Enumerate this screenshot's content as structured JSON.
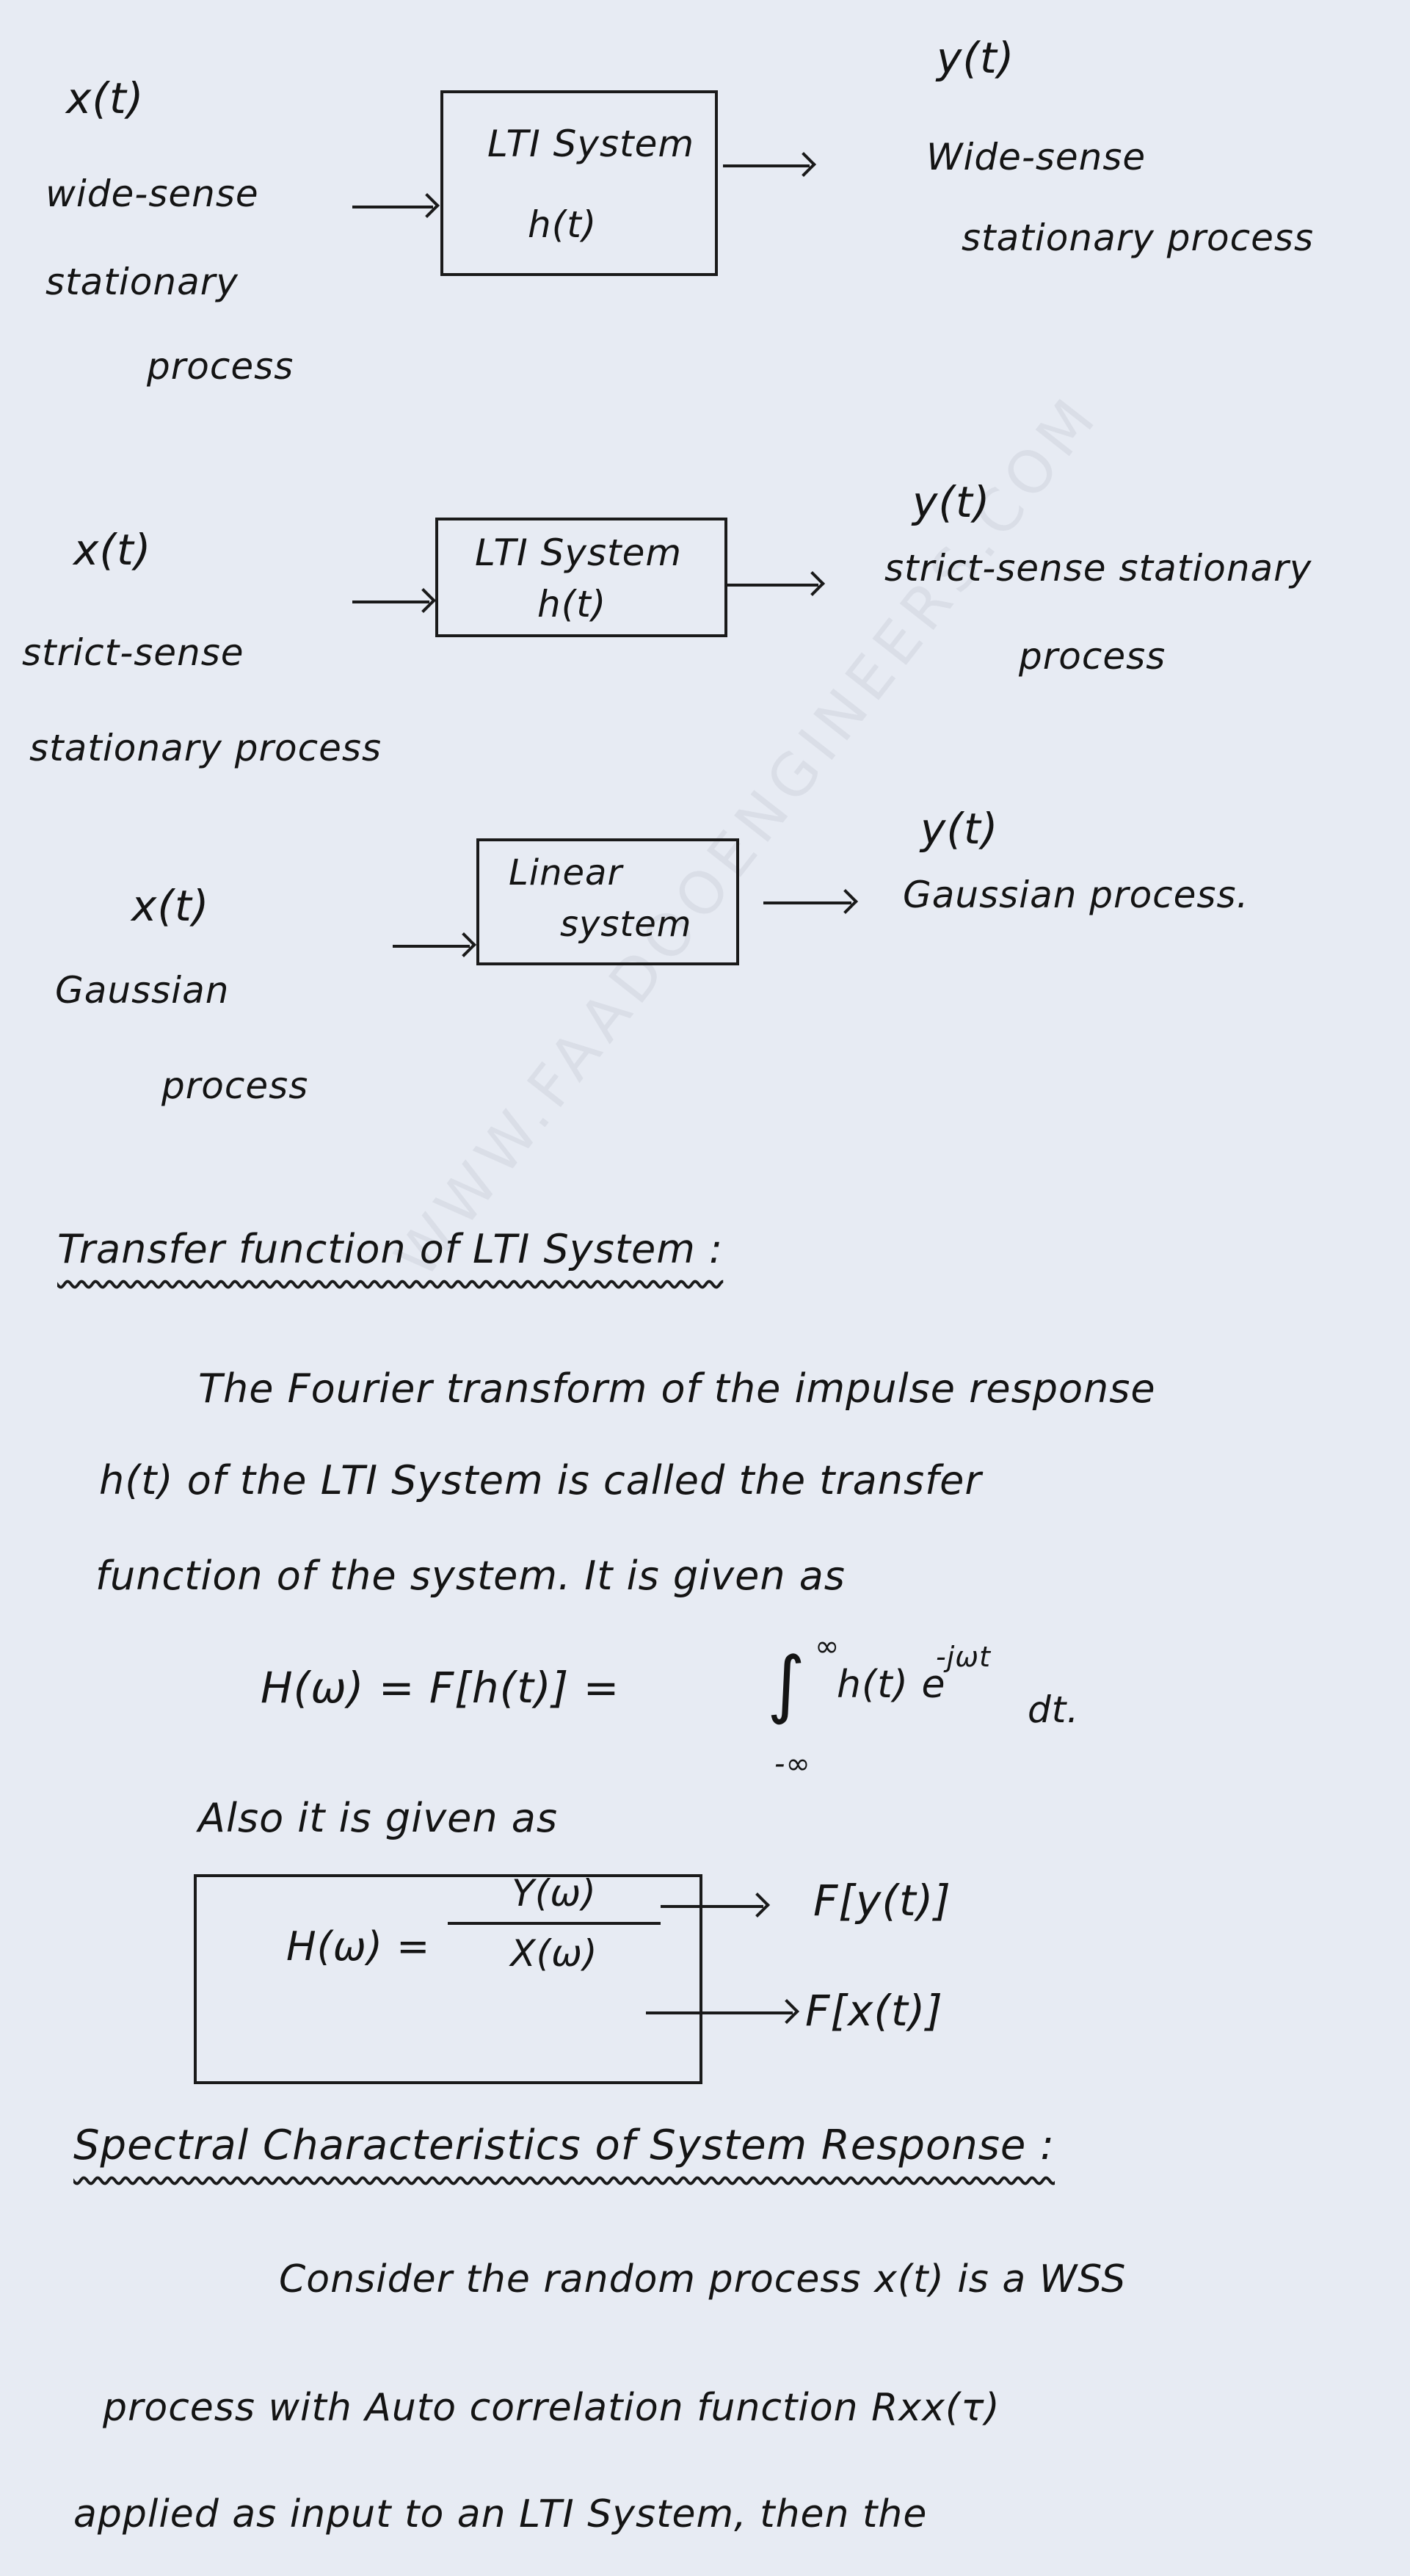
{
  "diagram1": {
    "input_label": "x(t)",
    "input_desc": [
      "wide-sense",
      "stationary",
      "process"
    ],
    "box_line1": "LTI System",
    "box_line2": "h(t)",
    "output_label": "y(t)",
    "output_desc": [
      "Wide-sense",
      "stationary process"
    ]
  },
  "diagram2": {
    "input_label": "x(t)",
    "input_desc": [
      "strict-sense",
      "stationary process"
    ],
    "box_line1": "LTI System",
    "box_line2": "h(t)",
    "output_label": "y(t)",
    "output_desc": [
      "strict-sense stationary",
      "process"
    ]
  },
  "diagram3": {
    "input_label": "x(t)",
    "input_desc": [
      "Gaussian",
      "process"
    ],
    "box_line1": "Linear",
    "box_line2": "system",
    "output_label": "y(t)",
    "output_desc": [
      "Gaussian process."
    ]
  },
  "section1": {
    "heading": "Transfer function of LTI System :",
    "lines": [
      "The Fourier transform of the impulse response",
      "h(t) of the LTI System is called the transfer",
      "function of the system. It is given as"
    ],
    "equation": "H(ω) = F[h(t)] = ∫ h(t) e^{-jωt} dt.",
    "eq_lhs": "H(ω) = F[h(t)] = ",
    "eq_integral": "∫",
    "eq_upper": "∞",
    "eq_lower": "-∞",
    "eq_body": "h(t) e",
    "eq_exp": "-jωt",
    "eq_dt": "dt.",
    "also": "Also it is given as",
    "box_lhs": "H(ω) =",
    "box_num": "Y(ω)",
    "box_den": "X(ω)",
    "num_note": "F[y(t)]",
    "den_note": "F[x(t)]"
  },
  "section2": {
    "heading": "Spectral Characteristics of System Response :",
    "lines": [
      "Consider the random process x(t) is a WSS",
      "process with Auto correlation function Rxx(τ)",
      "applied as input to an LTI System, then the"
    ]
  },
  "watermark": "WWW.FAADOOENGINEERS.COM"
}
